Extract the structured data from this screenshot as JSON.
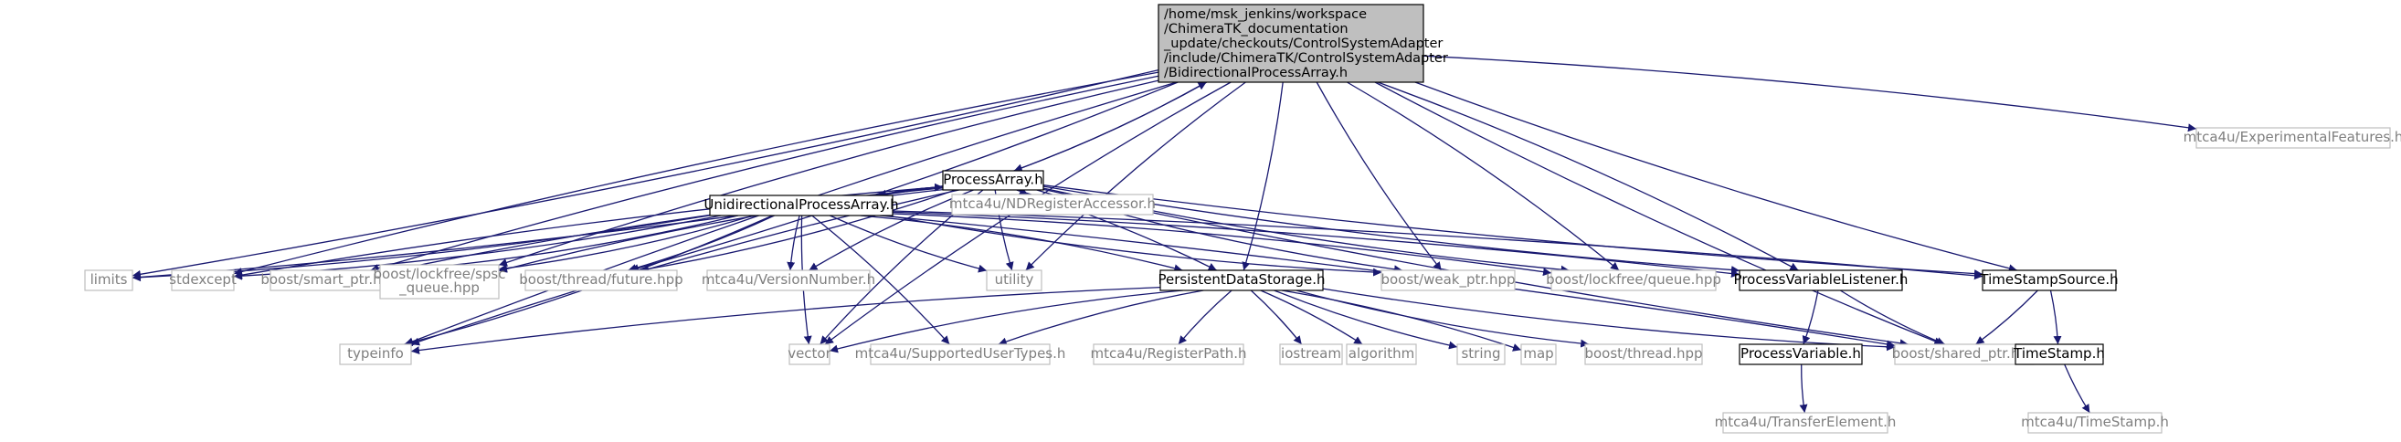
{
  "graph": {
    "colors": {
      "edge": "#191970",
      "local_border": "#000000",
      "external_border": "#bfbfbf",
      "root_fill": "#bfbfbf"
    },
    "nodes": [
      {
        "id": "root",
        "kind": "root",
        "lines": [
          "/home/msk_jenkins/workspace",
          "/ChimeraTK_documentation",
          "_update/checkouts/ControlSystemAdapter",
          "/include/ChimeraTK/ControlSystemAdapter",
          "/BidirectionalProcessArray.h"
        ]
      },
      {
        "id": "experimental",
        "kind": "ext",
        "lines": [
          "mtca4u/ExperimentalFeatures.h"
        ]
      },
      {
        "id": "processarray",
        "kind": "local",
        "lines": [
          "ProcessArray.h"
        ]
      },
      {
        "id": "ndregister",
        "kind": "ext",
        "lines": [
          "mtca4u/NDRegisterAccessor.h"
        ]
      },
      {
        "id": "unidirectional",
        "kind": "local",
        "lines": [
          "UnidirectionalProcessArray.h"
        ]
      },
      {
        "id": "limits",
        "kind": "ext",
        "lines": [
          "limits"
        ]
      },
      {
        "id": "stdexcept",
        "kind": "ext",
        "lines": [
          "stdexcept"
        ]
      },
      {
        "id": "smartptr",
        "kind": "ext",
        "lines": [
          "boost/smart_ptr.hpp"
        ]
      },
      {
        "id": "spsc",
        "kind": "ext",
        "lines": [
          "boost/lockfree/spsc",
          "_queue.hpp"
        ]
      },
      {
        "id": "future",
        "kind": "ext",
        "lines": [
          "boost/thread/future.hpp"
        ]
      },
      {
        "id": "versionnumber",
        "kind": "ext",
        "lines": [
          "mtca4u/VersionNumber.h"
        ]
      },
      {
        "id": "utility",
        "kind": "ext",
        "lines": [
          "utility"
        ]
      },
      {
        "id": "persistent",
        "kind": "local",
        "lines": [
          "PersistentDataStorage.h"
        ]
      },
      {
        "id": "weakptr",
        "kind": "ext",
        "lines": [
          "boost/weak_ptr.hpp"
        ]
      },
      {
        "id": "queue",
        "kind": "ext",
        "lines": [
          "boost/lockfree/queue.hpp"
        ]
      },
      {
        "id": "pvlistener",
        "kind": "local",
        "lines": [
          "ProcessVariableListener.h"
        ]
      },
      {
        "id": "timestampsource",
        "kind": "local",
        "lines": [
          "TimeStampSource.h"
        ]
      },
      {
        "id": "typeinfo",
        "kind": "ext",
        "lines": [
          "typeinfo"
        ]
      },
      {
        "id": "vector",
        "kind": "ext",
        "lines": [
          "vector"
        ]
      },
      {
        "id": "supportedtypes",
        "kind": "ext",
        "lines": [
          "mtca4u/SupportedUserTypes.h"
        ]
      },
      {
        "id": "registerpath",
        "kind": "ext",
        "lines": [
          "mtca4u/RegisterPath.h"
        ]
      },
      {
        "id": "iostream",
        "kind": "ext",
        "lines": [
          "iostream"
        ]
      },
      {
        "id": "algorithm",
        "kind": "ext",
        "lines": [
          "algorithm"
        ]
      },
      {
        "id": "string",
        "kind": "ext",
        "lines": [
          "string"
        ]
      },
      {
        "id": "map",
        "kind": "ext",
        "lines": [
          "map"
        ]
      },
      {
        "id": "thread",
        "kind": "ext",
        "lines": [
          "boost/thread.hpp"
        ]
      },
      {
        "id": "sharedptr",
        "kind": "ext",
        "lines": [
          "boost/shared_ptr.hpp"
        ]
      },
      {
        "id": "processvariable",
        "kind": "local",
        "lines": [
          "ProcessVariable.h"
        ]
      },
      {
        "id": "timestamp",
        "kind": "local",
        "lines": [
          "TimeStamp.h"
        ]
      },
      {
        "id": "transferelement",
        "kind": "ext",
        "lines": [
          "mtca4u/TransferElement.h"
        ]
      },
      {
        "id": "timestamph",
        "kind": "ext",
        "lines": [
          "mtca4u/TimeStamp.h"
        ]
      }
    ],
    "edges": [
      [
        "root",
        "experimental"
      ],
      [
        "root",
        "processarray"
      ],
      [
        "root",
        "limits"
      ],
      [
        "root",
        "stdexcept"
      ],
      [
        "root",
        "smartptr"
      ],
      [
        "root",
        "spsc"
      ],
      [
        "root",
        "future"
      ],
      [
        "root",
        "utility"
      ],
      [
        "root",
        "persistent"
      ],
      [
        "root",
        "weakptr"
      ],
      [
        "root",
        "queue"
      ],
      [
        "root",
        "pvlistener"
      ],
      [
        "root",
        "timestampsource"
      ],
      [
        "root",
        "typeinfo"
      ],
      [
        "root",
        "vector"
      ],
      [
        "root",
        "sharedptr"
      ],
      [
        "processarray",
        "root"
      ],
      [
        "processarray",
        "ndregister"
      ],
      [
        "processarray",
        "unidirectional"
      ],
      [
        "processarray",
        "limits"
      ],
      [
        "processarray",
        "stdexcept"
      ],
      [
        "processarray",
        "smartptr"
      ],
      [
        "processarray",
        "spsc"
      ],
      [
        "processarray",
        "future"
      ],
      [
        "processarray",
        "versionnumber"
      ],
      [
        "processarray",
        "utility"
      ],
      [
        "processarray",
        "persistent"
      ],
      [
        "processarray",
        "weakptr"
      ],
      [
        "processarray",
        "queue"
      ],
      [
        "processarray",
        "pvlistener"
      ],
      [
        "processarray",
        "timestampsource"
      ],
      [
        "processarray",
        "typeinfo"
      ],
      [
        "processarray",
        "vector"
      ],
      [
        "processarray",
        "sharedptr"
      ],
      [
        "unidirectional",
        "processarray"
      ],
      [
        "unidirectional",
        "limits"
      ],
      [
        "unidirectional",
        "stdexcept"
      ],
      [
        "unidirectional",
        "smartptr"
      ],
      [
        "unidirectional",
        "spsc"
      ],
      [
        "unidirectional",
        "future"
      ],
      [
        "unidirectional",
        "versionnumber"
      ],
      [
        "unidirectional",
        "utility"
      ],
      [
        "unidirectional",
        "persistent"
      ],
      [
        "unidirectional",
        "weakptr"
      ],
      [
        "unidirectional",
        "queue"
      ],
      [
        "unidirectional",
        "pvlistener"
      ],
      [
        "unidirectional",
        "timestampsource"
      ],
      [
        "unidirectional",
        "typeinfo"
      ],
      [
        "unidirectional",
        "vector"
      ],
      [
        "unidirectional",
        "supportedtypes"
      ],
      [
        "unidirectional",
        "sharedptr"
      ],
      [
        "persistent",
        "typeinfo"
      ],
      [
        "persistent",
        "vector"
      ],
      [
        "persistent",
        "supportedtypes"
      ],
      [
        "persistent",
        "registerpath"
      ],
      [
        "persistent",
        "iostream"
      ],
      [
        "persistent",
        "algorithm"
      ],
      [
        "persistent",
        "string"
      ],
      [
        "persistent",
        "map"
      ],
      [
        "persistent",
        "thread"
      ],
      [
        "persistent",
        "sharedptr"
      ],
      [
        "pvlistener",
        "processvariable"
      ],
      [
        "pvlistener",
        "sharedptr"
      ],
      [
        "timestampsource",
        "sharedptr"
      ],
      [
        "timestampsource",
        "timestamp"
      ],
      [
        "processvariable",
        "transferelement"
      ],
      [
        "timestamp",
        "timestamph"
      ]
    ]
  }
}
